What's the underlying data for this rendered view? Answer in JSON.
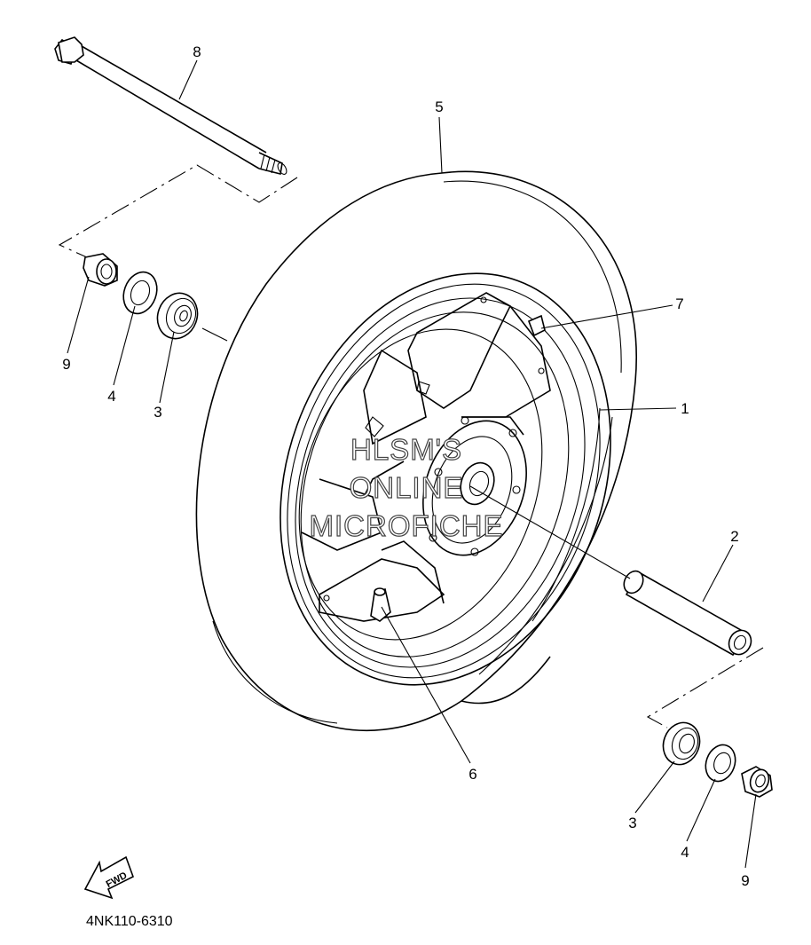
{
  "diagram": {
    "callouts": {
      "axle": "8",
      "tire": "5",
      "valve_stem": "7",
      "wheel_rim": "1",
      "spacer": "2",
      "valve": "6",
      "left_collar": "9",
      "left_oil_seal": "4",
      "left_bearing": "3",
      "right_bearing": "3",
      "right_oil_seal": "4",
      "right_collar": "9"
    },
    "fwd_label": "FWD",
    "part_code": "4NK110-6310"
  },
  "watermark": {
    "line1": "HLSM'S",
    "line2": "ONLINE",
    "line3": "MICROFICHE"
  }
}
